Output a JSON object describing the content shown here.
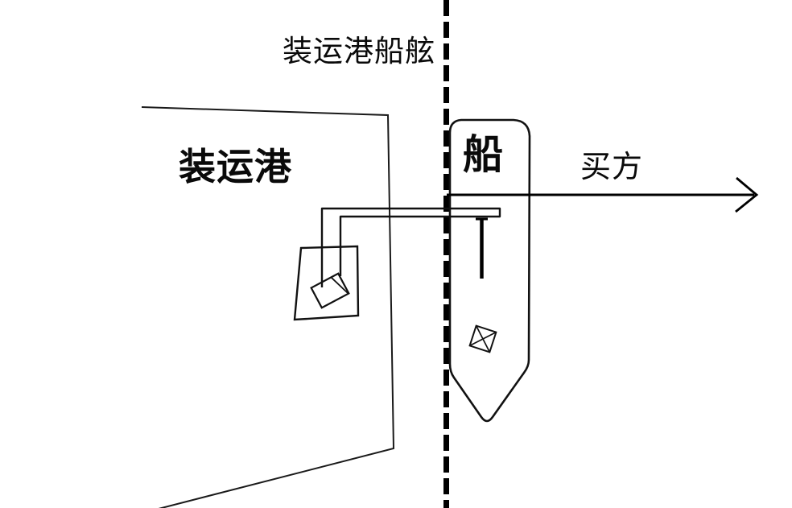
{
  "diagram": {
    "title": "装运港船舷",
    "dock_label": "装运港",
    "ship_label": "船",
    "buyer_label": "买方"
  },
  "icons": {
    "crane_line": "crane-loading-line",
    "hook": "hanging-hook",
    "package_on_dock": "package-icon",
    "package_in_ship": "envelope-package-icon"
  },
  "colors": {
    "background": "#ffffff",
    "line": "#000000",
    "text": "#0a0a0a"
  }
}
